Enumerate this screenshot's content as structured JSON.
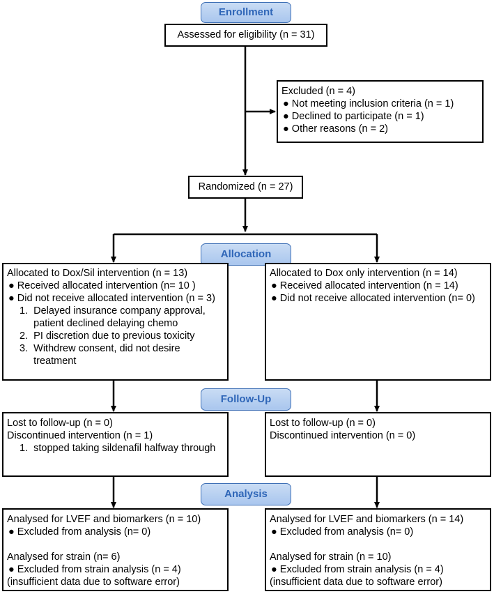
{
  "stages": {
    "enrollment": "Enrollment",
    "allocation": "Allocation",
    "follow_up": "Follow-Up",
    "analysis": "Analysis"
  },
  "assessed": "Assessed for eligibility (n = 31)",
  "excluded": {
    "title": "Excluded (n = 4)",
    "items": [
      "● Not meeting inclusion criteria (n = 1)",
      "● Declined to participate (n = 1)",
      "● Other reasons (n = 2)"
    ]
  },
  "randomized": "Randomized (n = 27)",
  "allocation": {
    "left": {
      "title": "Allocated to Dox/Sil intervention (n = 13)",
      "received": "● Received allocated intervention (n= 10 )",
      "not_received": "● Did not receive allocated intervention (n = 3)",
      "reasons": [
        "1.  Delayed insurance company approval,",
        "     patient declined delaying chemo",
        "2.  PI discretion due to previous toxicity",
        "3.  Withdrew consent, did not desire",
        "     treatment"
      ]
    },
    "right": {
      "title": "Allocated to Dox only intervention (n = 14)",
      "received": "● Received allocated intervention (n = 14)",
      "not_received": "● Did not receive allocated intervention (n= 0)"
    }
  },
  "follow_up": {
    "left": {
      "lost": "Lost to follow-up (n = 0)",
      "discontinued": "Discontinued intervention (n = 1)",
      "reason": "1.  stopped taking sildenafil halfway through"
    },
    "right": {
      "lost": "Lost to follow-up (n = 0)",
      "discontinued": "Discontinued intervention (n = 0)"
    }
  },
  "analysis": {
    "left": {
      "lvef": "Analysed for LVEF and biomarkers (n = 10)",
      "lvef_excluded": "● Excluded from analysis (n= 0)",
      "strain": "Analysed for strain (n= 6)",
      "strain_excluded": "● Excluded from strain analysis (n = 4)",
      "strain_note": "(insufficient data due to software error)"
    },
    "right": {
      "lvef": "Analysed for LVEF and biomarkers (n = 14)",
      "lvef_excluded": "● Excluded from analysis (n= 0)",
      "strain": "Analysed for strain (n = 10)",
      "strain_excluded": "● Excluded from strain analysis (n = 4)",
      "strain_note": "(insufficient data due to software error)"
    }
  }
}
